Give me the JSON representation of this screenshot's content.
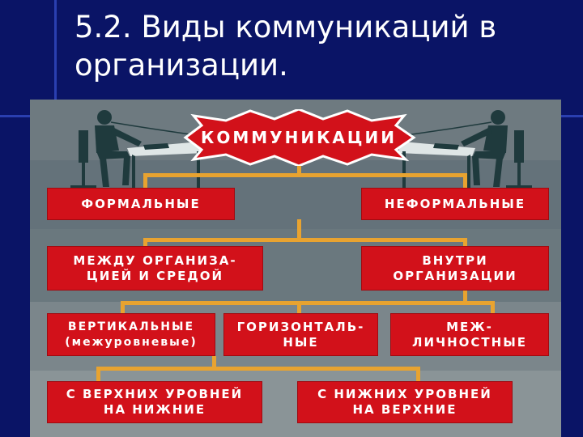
{
  "slide": {
    "title": "5.2. Виды коммуникаций в организации."
  },
  "diagram": {
    "root": "КОММУНИКАЦИИ",
    "level1": {
      "left": "ФОРМАЛЬНЫЕ",
      "right": "НЕФОРМАЛЬНЫЕ"
    },
    "level2": {
      "left": "МЕЖДУ ОРГАНИЗА-\nЦИЕЙ И СРЕДОЙ",
      "right": "ВНУТРИ\nОРГАНИЗАЦИИ"
    },
    "level3": {
      "left": "ВЕРТИКАЛЬНЫЕ\n(межуровневые)",
      "middle": "ГОРИЗОНТАЛЬ-\nНЫЕ",
      "right": "МЕЖ-\nЛИЧНОСТНЫЕ"
    },
    "level4": {
      "left": "С ВЕРХНИХ УРОВНЕЙ\nНА НИЖНИЕ",
      "right": "С НИЖНИХ УРОВНЕЙ\nНА ВЕРХНИЕ"
    }
  },
  "colors": {
    "background": "#0a1466",
    "box": "#d2111a",
    "connector": "#e8a330",
    "panel": "#707c81"
  }
}
